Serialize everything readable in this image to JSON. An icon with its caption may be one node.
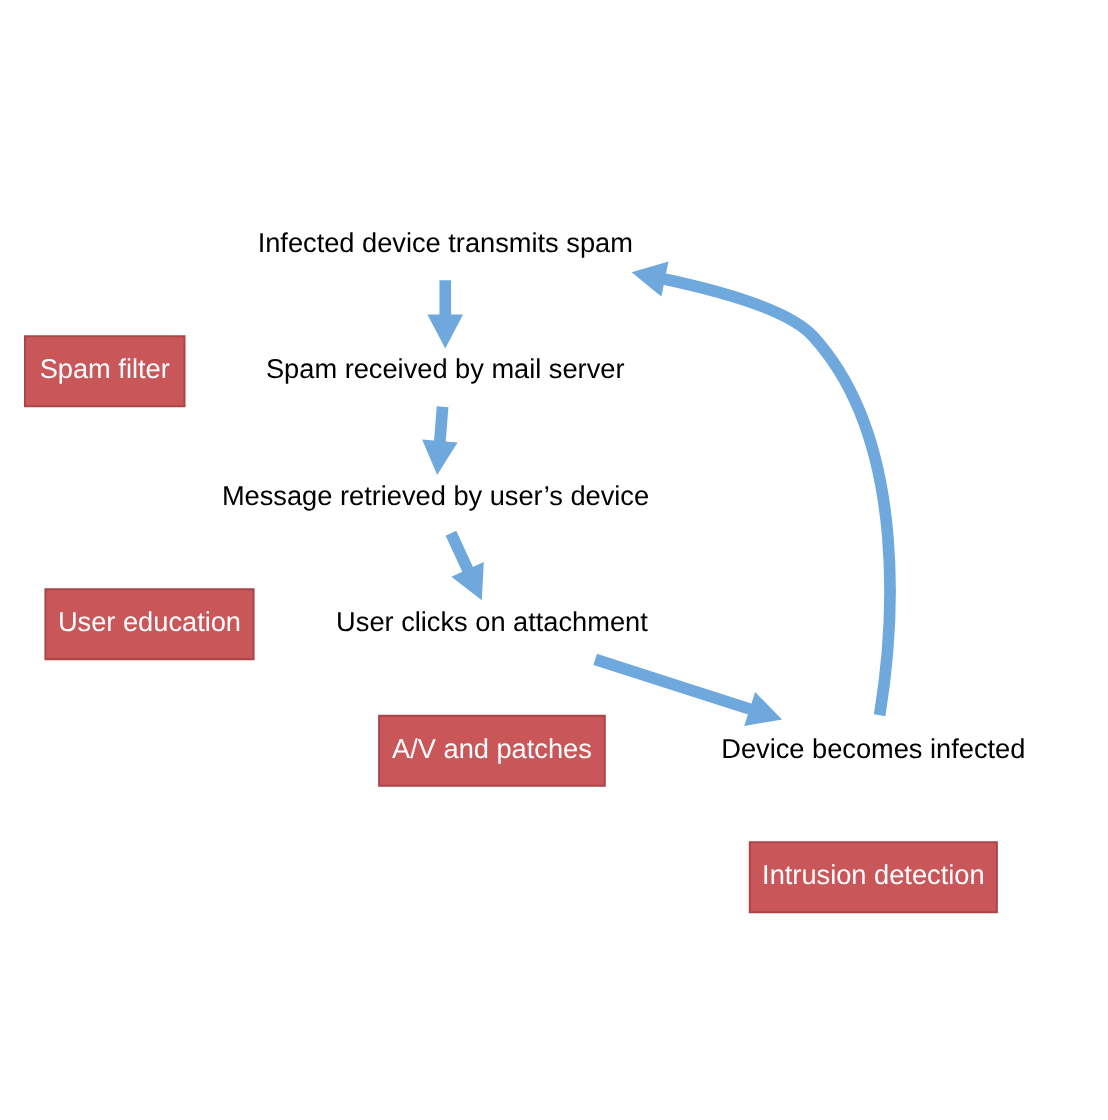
{
  "diagram": {
    "nodes": [
      {
        "text": [
          "Spam filter"
        ]
      },
      {
        "text": [
          "Infected device transmits spam"
        ]
      },
      {
        "text": [
          "Spam received by mail server"
        ]
      },
      {
        "text": [
          "Intrusion detection"
        ]
      },
      {
        "text": [
          "Message retrieved by user’s device"
        ]
      },
      {
        "text": [
          "Device becomes infected"
        ]
      },
      {
        "text": [
          "A/V and patches"
        ]
      },
      {
        "text": [
          "User education"
        ]
      },
      {
        "text": [
          "User clicks on attachment"
        ]
      }
    ],
    "edges": [
      {
        "from": 1,
        "to": 2,
        "arrow": "to"
      },
      {
        "from": 2,
        "to": 4,
        "arrow": "to"
      },
      {
        "from": 4,
        "to": 8,
        "arrow": "to"
      },
      {
        "from": 8,
        "to": 5,
        "arrow": "to"
      },
      {
        "from": 5,
        "to": 1,
        "arrow": "to"
      }
    ]
  }
}
